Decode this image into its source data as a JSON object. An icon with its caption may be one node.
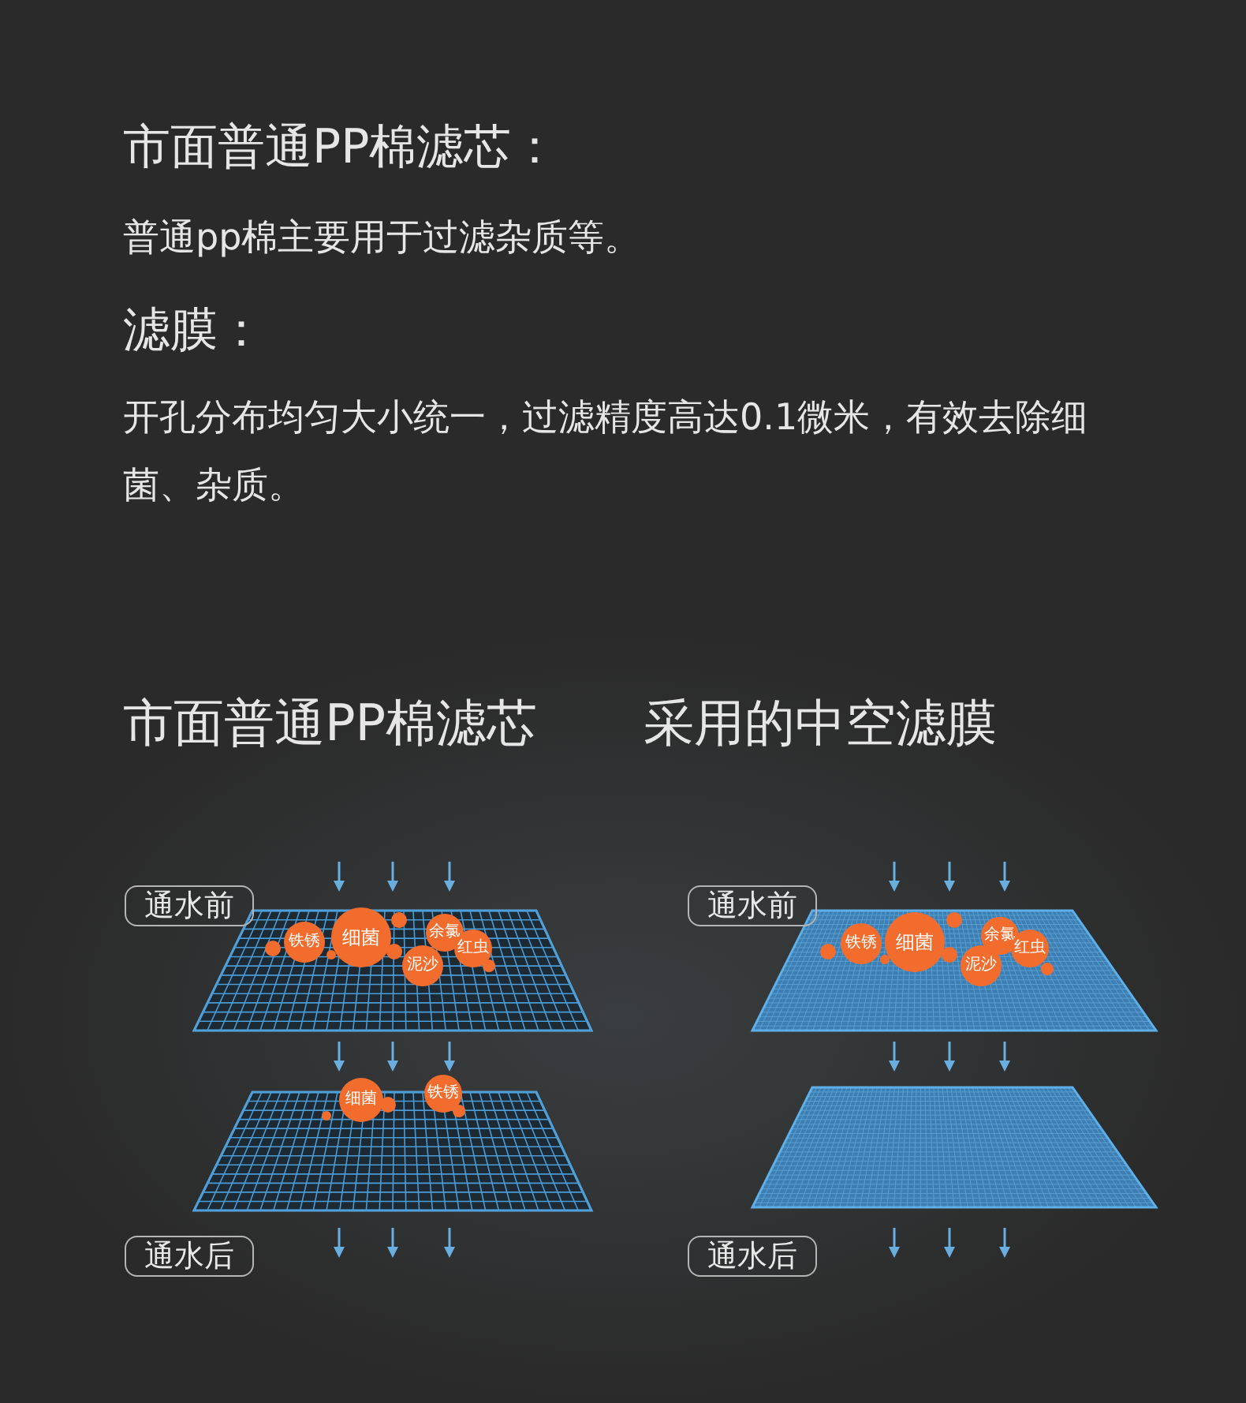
{
  "diagram": {
    "nodes": [
      {
        "text": [
          "通水前"
        ]
      },
      {
        "text": [
          "铁锈"
        ]
      },
      {
        "text": [
          "细菌"
        ]
      },
      {
        "text": [
          "余氯"
        ]
      },
      {
        "text": [
          "红虫"
        ]
      },
      {
        "text": [
          "泥沙"
        ]
      },
      {
        "text": [
          "细菌"
        ]
      },
      {
        "text": [
          "铁锈"
        ]
      },
      {
        "text": [
          "通水后"
        ]
      },
      {
        "text": [
          "通水前"
        ]
      },
      {
        "text": [
          "铁锈"
        ]
      },
      {
        "text": [
          "细菌"
        ]
      },
      {
        "text": [
          "余氯"
        ]
      },
      {
        "text": [
          "红虫"
        ]
      },
      {
        "text": [
          "泥沙"
        ]
      },
      {
        "text": [
          "通水后"
        ]
      }
    ],
    "labels": [
      "市面普通PP棉滤芯：",
      "普通pp棉主要用于过滤杂质等。",
      "滤膜：",
      "开孔分布均匀大小统一，过滤精度高达0.1微米，有效去除细菌、杂质。",
      "市面普通PP棉滤芯",
      "采用的中空滤膜"
    ]
  }
}
